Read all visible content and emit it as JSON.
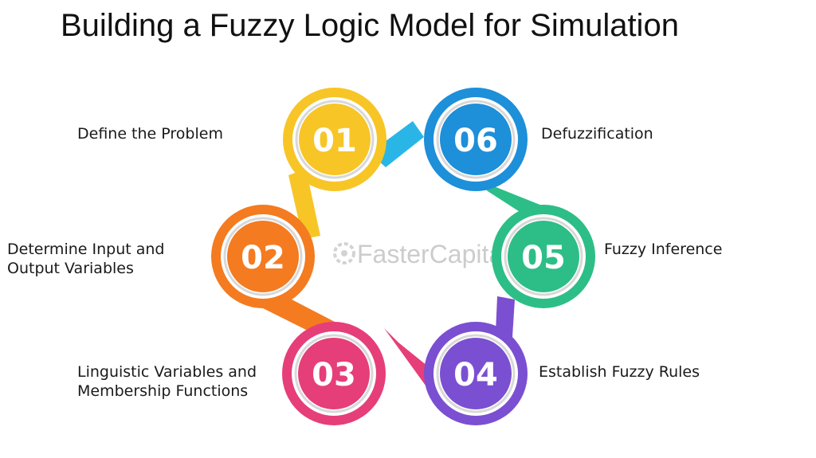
{
  "title": "Building a Fuzzy Logic Model for Simulation",
  "watermark": "FasterCapital",
  "colors": {
    "step01": "#F7C526",
    "step02": "#F47B20",
    "step03": "#E63E78",
    "step04": "#7B4FD1",
    "step05": "#2DBE88",
    "step06": "#1E8FD9",
    "connector_06": "#29B6E6"
  },
  "steps": [
    {
      "number": "01",
      "lines": [
        "Define the Problem"
      ]
    },
    {
      "number": "02",
      "lines": [
        "Determine Input and",
        "Output Variables"
      ]
    },
    {
      "number": "03",
      "lines": [
        "Linguistic Variables and",
        "Membership Functions"
      ]
    },
    {
      "number": "04",
      "lines": [
        "Establish Fuzzy Rules"
      ]
    },
    {
      "number": "05",
      "lines": [
        "Fuzzy Inference"
      ]
    },
    {
      "number": "06",
      "lines": [
        "Defuzzification"
      ]
    }
  ]
}
